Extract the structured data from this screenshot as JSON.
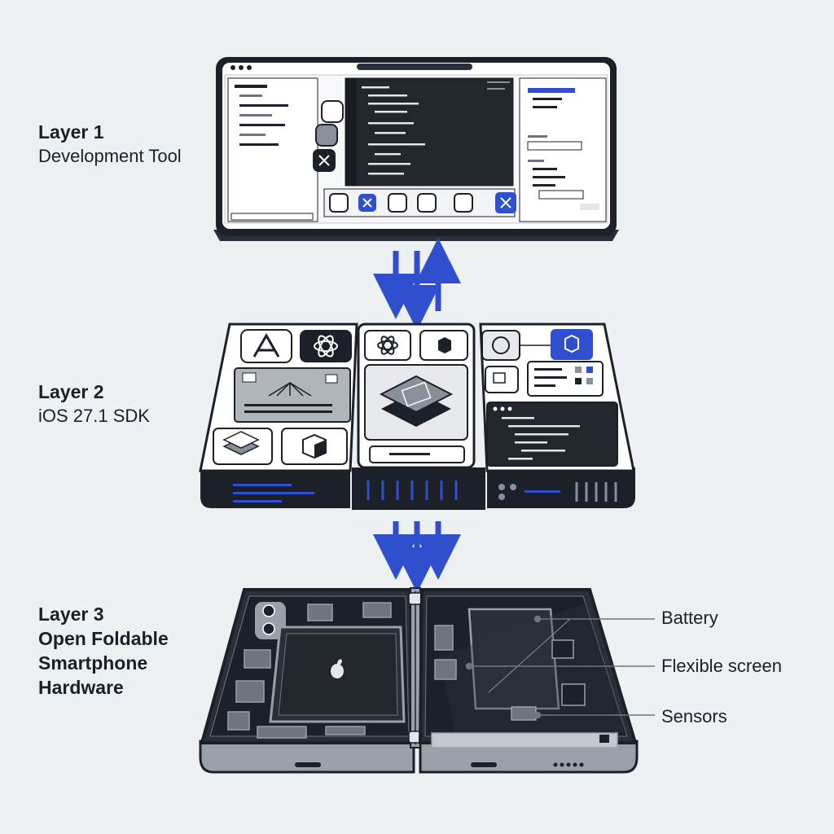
{
  "layers": [
    {
      "title": "Layer 1",
      "subtitle": "Development Tool"
    },
    {
      "title": "Layer 2",
      "subtitle": "iOS 27.1 SDK"
    },
    {
      "title": "Layer 3",
      "subtitle_lines": [
        "Open Foldable",
        "Smartphone",
        "Hardware"
      ]
    }
  ],
  "callouts": [
    "Battery",
    "Flexible screen",
    "Sensors"
  ],
  "colors": {
    "accent": "#2f4fcf",
    "dark": "#1c2028",
    "ink": "#14171d",
    "panel": "#ffffff",
    "mid": "#8a9099"
  },
  "icons": [
    "apple-logo-icon",
    "app-store-icon",
    "react-atom-icon",
    "cube-icon",
    "stack-layers-icon",
    "x-tools-icon"
  ]
}
